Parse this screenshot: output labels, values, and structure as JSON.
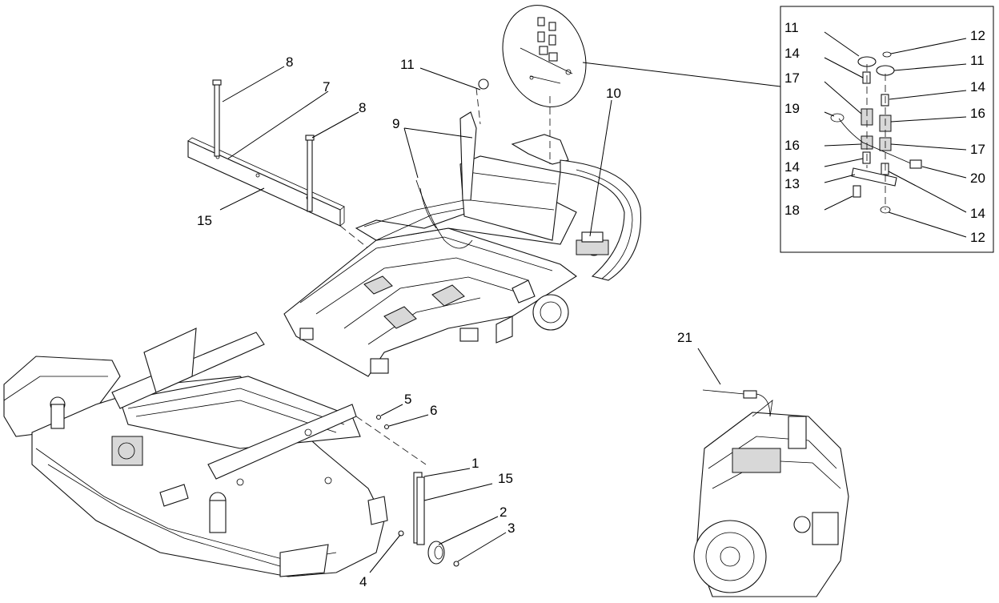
{
  "callouts": {
    "c1": "1",
    "c2": "2",
    "c3": "3",
    "c4": "4",
    "c5": "5",
    "c6": "6",
    "c7": "7",
    "c8a": "8",
    "c8b": "8",
    "c9": "9",
    "c10": "10",
    "c11": "11",
    "c15a": "15",
    "c15b": "15",
    "c21": "21"
  },
  "detail_callouts": {
    "d11a": "11",
    "d12a": "12",
    "d14a": "14",
    "d11b": "11",
    "d17a": "17",
    "d14b": "14",
    "d19": "19",
    "d16a": "16",
    "d16b": "16",
    "d17b": "17",
    "d14c": "14",
    "d20": "20",
    "d13": "13",
    "d14d": "14",
    "d18": "18",
    "d12b": "12"
  }
}
